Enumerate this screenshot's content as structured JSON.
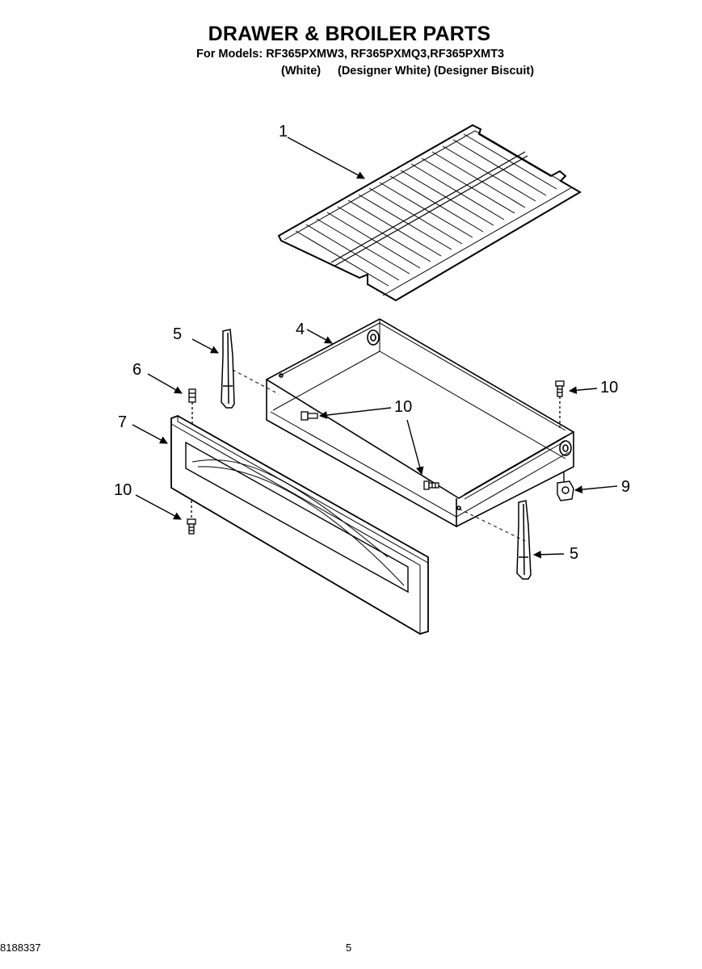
{
  "header": {
    "title": "DRAWER & BROILER PARTS",
    "models_line": "For Models: RF365PXMW3, RF365PXMQ3,RF365PXMT3",
    "color_white": "(White)",
    "color_designer_white": "(Designer White)",
    "color_designer_biscuit": "(Designer Biscuit)"
  },
  "callouts": {
    "rack": "1",
    "drawer_body": "4",
    "left_slide": "5",
    "right_slide": "5",
    "stud": "6",
    "drawer_front": "7",
    "bracket": "9",
    "screw_front": "10",
    "screw_center": "10",
    "screw_rear_right": "10"
  },
  "footer": {
    "doc_number": "8188337",
    "page_number": "5"
  }
}
